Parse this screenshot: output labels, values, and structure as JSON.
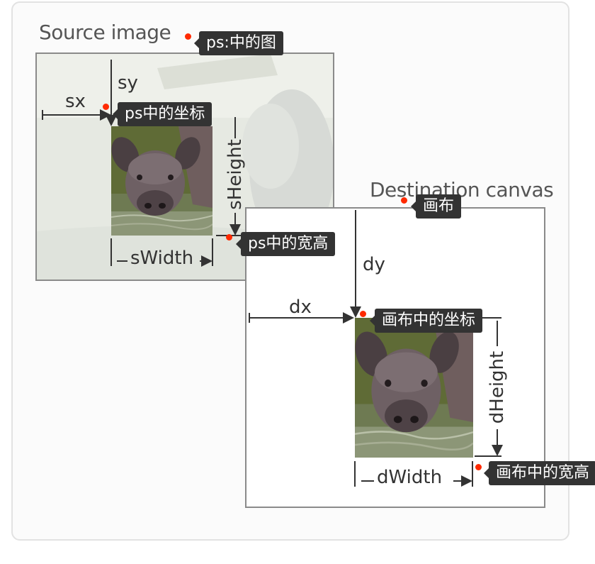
{
  "titles": {
    "source": "Source image",
    "destination": "Destination canvas"
  },
  "dims": {
    "sx": "sx",
    "sy": "sy",
    "sWidth": "sWidth",
    "sHeight": "sHeight",
    "dx": "dx",
    "dy": "dy",
    "dWidth": "dWidth",
    "dHeight": "dHeight"
  },
  "annotations": {
    "source_image": "ps:中的图",
    "source_coords": "ps中的坐标",
    "source_size": "ps中的宽高",
    "canvas": "画布",
    "canvas_coords": "画布中的坐标",
    "canvas_size": "画布中的宽高"
  },
  "colors": {
    "annotation_bg": "#333333",
    "marker": "#ff2a00",
    "line": "#333333"
  }
}
